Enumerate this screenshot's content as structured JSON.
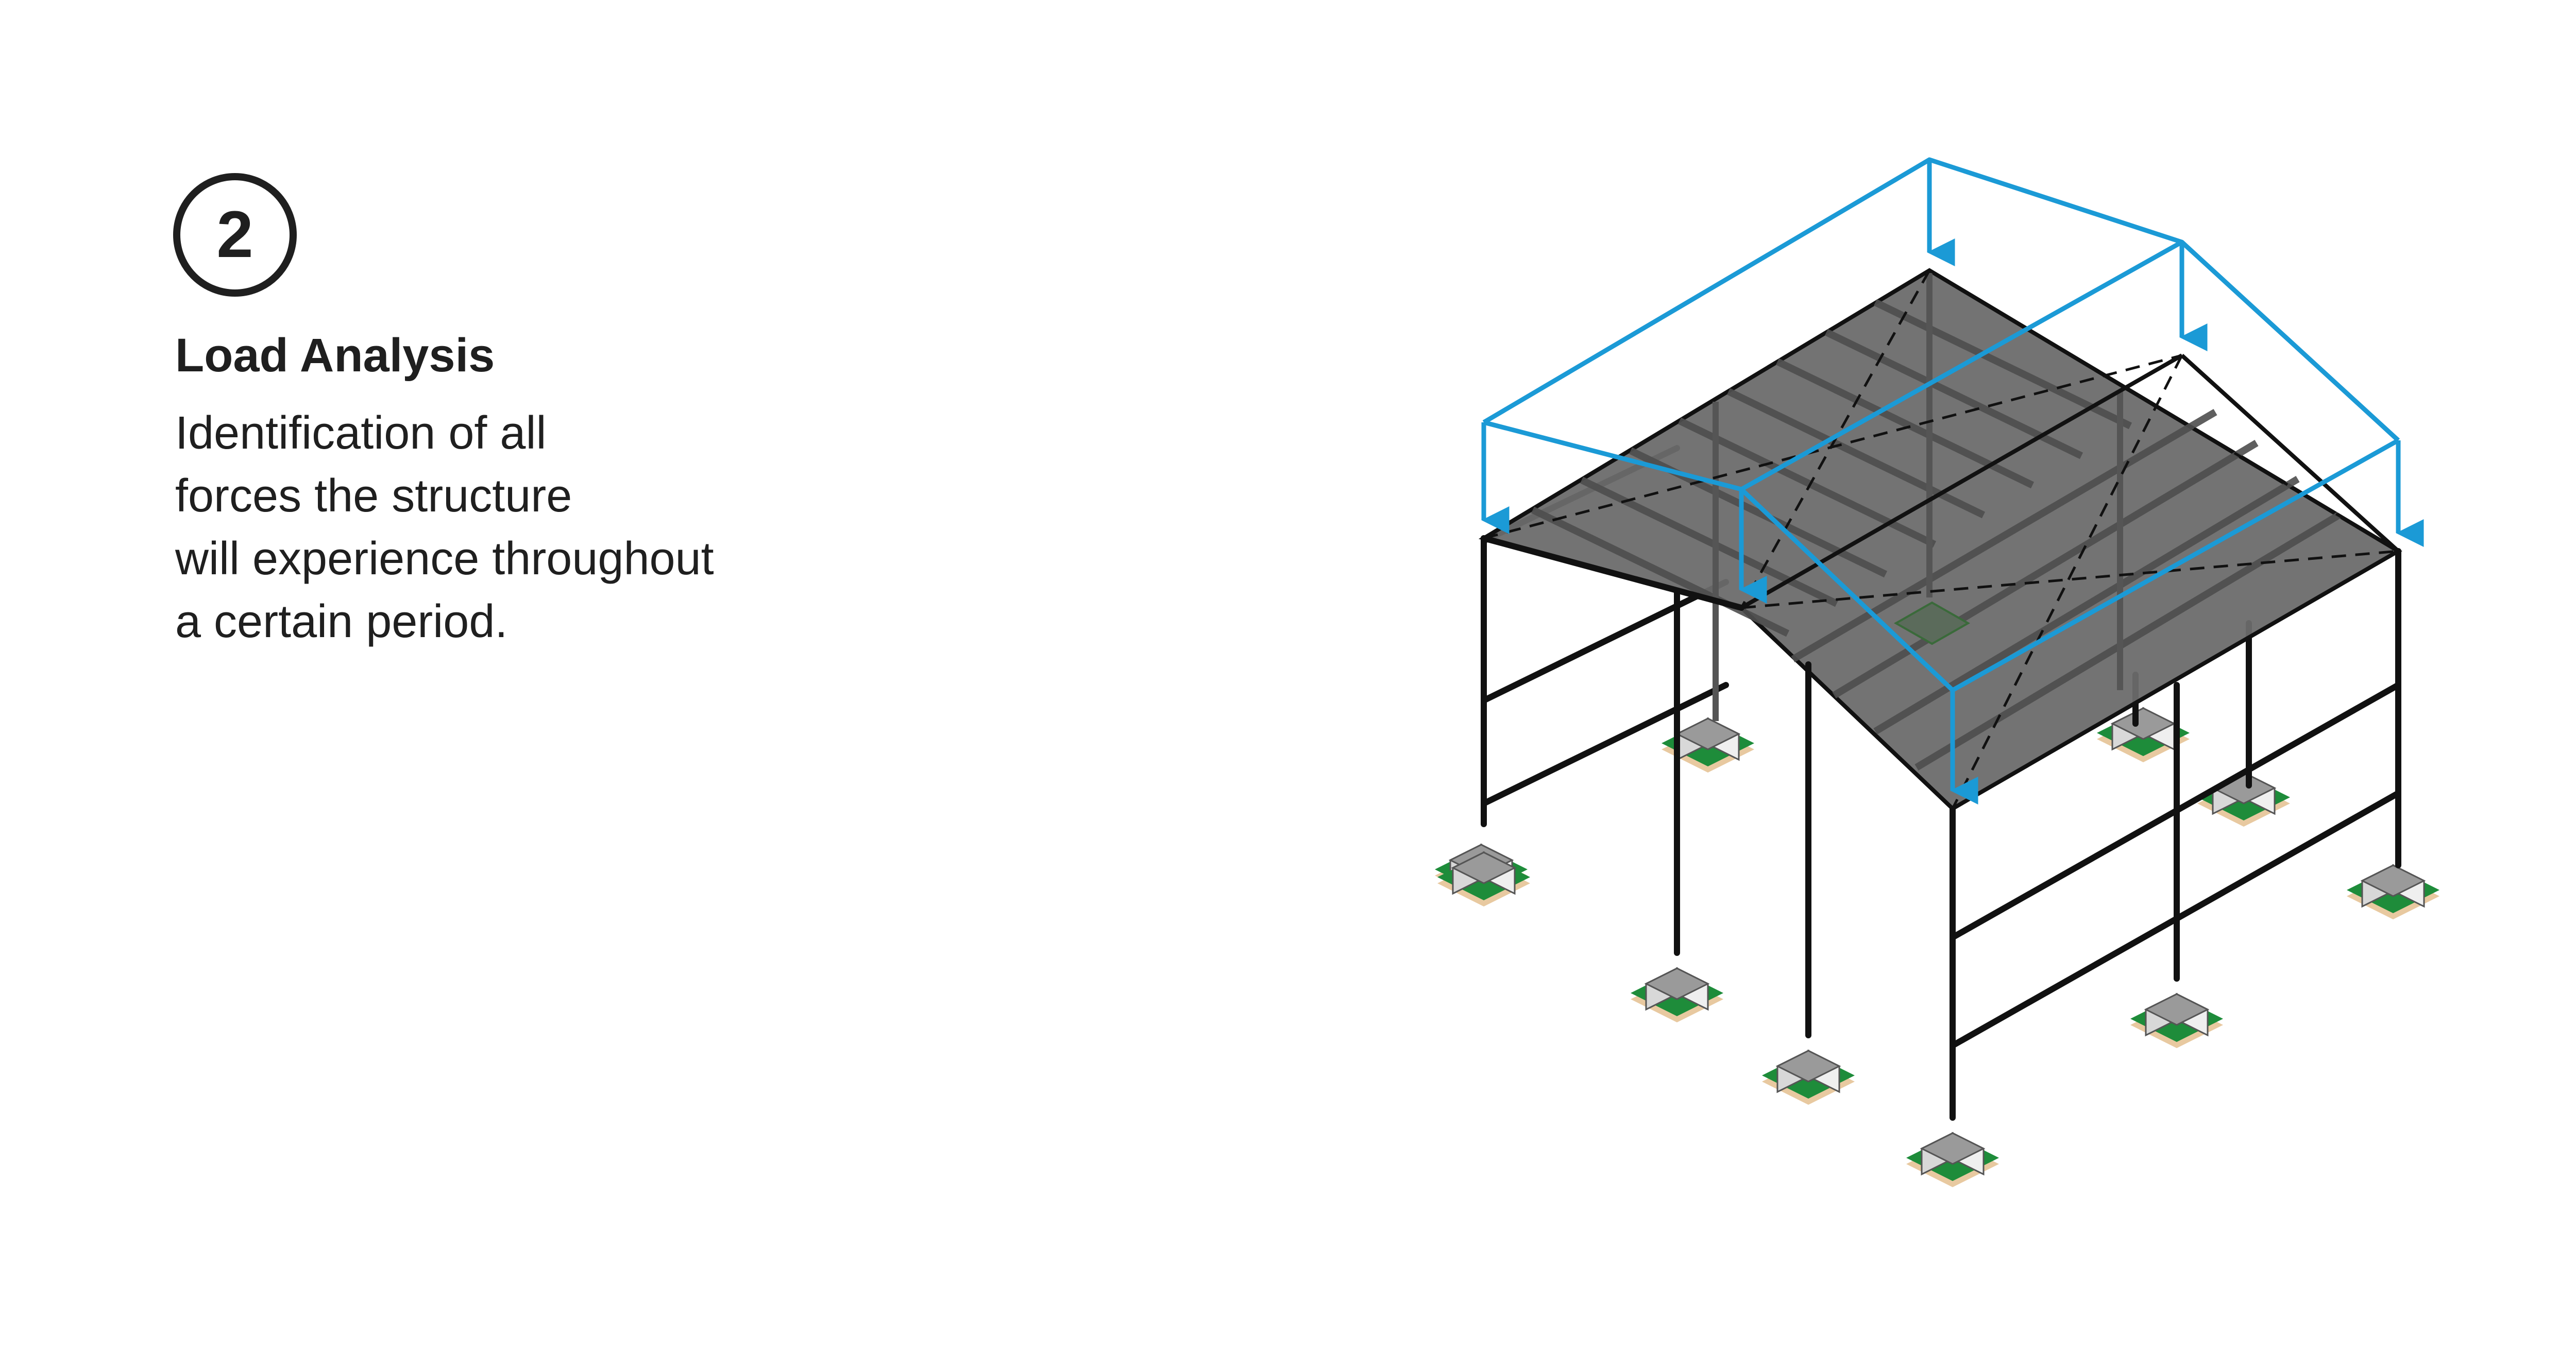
{
  "step": {
    "number": "2"
  },
  "heading": {
    "title": "Load Analysis",
    "description_lines": [
      "Identification of all",
      "forces the structure",
      "will experience throughout",
      "a certain period."
    ]
  },
  "diagram": {
    "colors": {
      "load_arrows": "#1b9ad6",
      "roof_fill": "#6b6b6b",
      "frame": "#111111",
      "footing_top": "#9a9a9a",
      "footing_side": "#d8d8d8",
      "base_plate": "#1e8c3a",
      "ground": "#e8c9a0"
    },
    "icons": [
      "load-arrow-icon",
      "footing-icon"
    ]
  }
}
